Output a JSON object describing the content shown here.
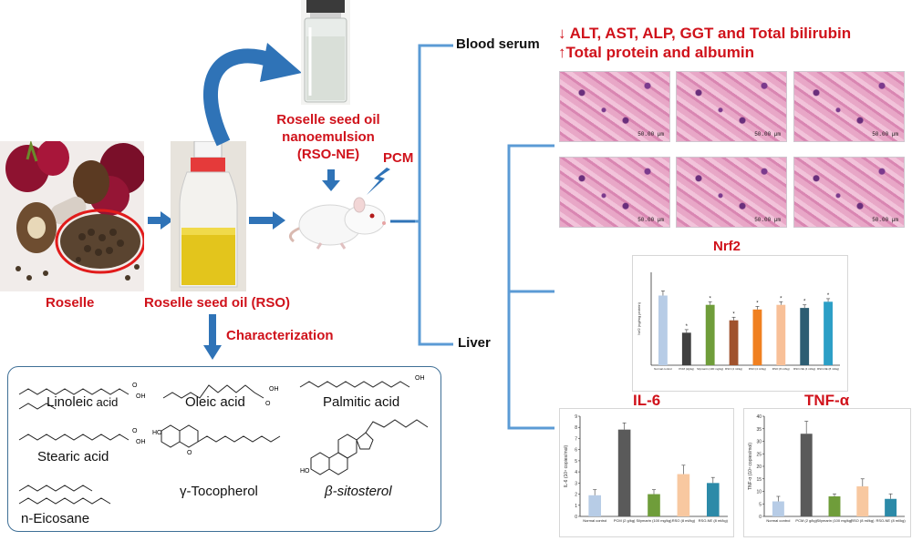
{
  "labels": {
    "roselle": "Roselle",
    "rso": "Roselle seed oil (RSO)",
    "nano_line1": "Roselle seed oil",
    "nano_line2": "nanoemulsion",
    "nano_line3": "(RSO-NE)",
    "pcm": "PCM",
    "characterization": "Characterization",
    "blood_serum": "Blood serum",
    "liver": "Liver",
    "serum_down": "↓ ALT, AST, ALP, GGT and Total bilirubin",
    "serum_up": "↑Total protein and albumin",
    "nrf2": "Nrf2",
    "il6": "IL-6",
    "tnfa": "TNF-α"
  },
  "histology": {
    "scale_bars": [
      "50.00 µm",
      "50.00 µm",
      "50.00 µm",
      "50.00 µm",
      "50.00 µm",
      "50.00 µm"
    ]
  },
  "compounds": [
    {
      "name": "Linoleic",
      "suffix": " acid"
    },
    {
      "name": "Oleic acid"
    },
    {
      "name": "Palmitic acid"
    },
    {
      "name": "Stearic acid"
    },
    {
      "name": "γ-Tocopherol"
    },
    {
      "name": "β-sitosterol"
    },
    {
      "name": "n-Eicosane"
    }
  ],
  "chart_data": [
    {
      "type": "bar",
      "title": "Nrf2",
      "ylabel": "Nrf2 (ng/mg protein)",
      "categories": [
        "Normal control",
        "PCM (2g/kg)",
        "Silymarin (100 mg/kg)",
        "RSO (4 ml/kg)",
        "RSO (4 ml/kg)",
        "RSO (8 ml/kg)",
        "RSO-NE (4 ml/kg)",
        "RSO-NE (8 ml/kg)"
      ],
      "values": [
        45,
        21,
        39,
        29,
        36,
        39,
        37,
        41
      ],
      "errors": [
        3,
        2,
        2,
        2,
        2,
        2,
        2,
        2
      ],
      "significance": [
        "",
        "*",
        "*",
        "*",
        "*",
        "*",
        "*",
        "*"
      ],
      "colors": [
        "#b7cce6",
        "#404040",
        "#6f9d3a",
        "#a0522d",
        "#f08020",
        "#f8c098",
        "#2d5e73",
        "#2c9fc6"
      ],
      "ylim": [
        0,
        60
      ]
    },
    {
      "type": "bar",
      "title": "IL-6",
      "ylabel": "IL-6 (10⁴ copies/mol)",
      "categories": [
        "Normal control",
        "PCM (2 g/kg)",
        "Silymarin (100 mg/kg)",
        "RSO (8 ml/kg)",
        "RSO-NE (8 ml/kg)"
      ],
      "values": [
        1.9,
        7.8,
        2.0,
        3.8,
        3.0
      ],
      "errors": [
        0.5,
        0.6,
        0.4,
        0.8,
        0.5
      ],
      "colors": [
        "#b7cce6",
        "#5a5a5a",
        "#6f9d3a",
        "#f8c8a0",
        "#2c8aa8"
      ],
      "ylim": [
        0,
        9
      ],
      "yticks": [
        0,
        1,
        2,
        3,
        4,
        5,
        6,
        7,
        8,
        9
      ]
    },
    {
      "type": "bar",
      "title": "TNF-α",
      "ylabel": "TNF-α (10⁴ copies/mol)",
      "categories": [
        "Normal control",
        "PCM (2 g/kg)",
        "Silymarin (100 mg/kg)",
        "RSO (8 ml/kg)",
        "RSO-NE (8 ml/kg)"
      ],
      "values": [
        6,
        33,
        8,
        12,
        7
      ],
      "errors": [
        2,
        5,
        1,
        3,
        2
      ],
      "colors": [
        "#b7cce6",
        "#5a5a5a",
        "#6f9d3a",
        "#f8c8a0",
        "#2c8aa8"
      ],
      "ylim": [
        0,
        40
      ],
      "yticks": [
        0,
        5,
        10,
        15,
        20,
        25,
        30,
        35,
        40
      ]
    }
  ]
}
